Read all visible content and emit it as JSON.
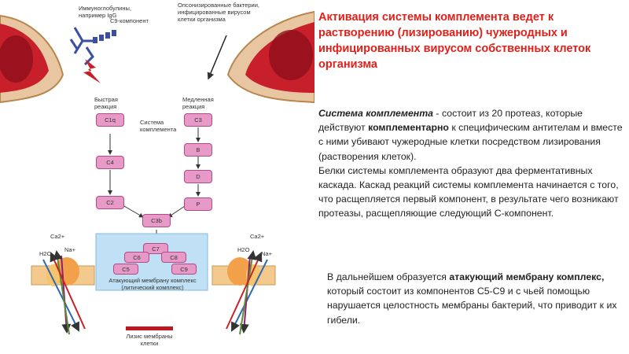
{
  "diagram": {
    "label_immunoglobulins": "Иммуноглобулины,\nнапример IgG",
    "label_opsonized": "Опсонизированные бактерии,\nинфицированные вирусом\nклетки организма",
    "label_c9": "С9-компонент",
    "label_fast": "Быстрая\nреакция",
    "label_slow": "Медленная\nреакция",
    "label_system": "Система\nкомплемента",
    "left_chain": [
      "C1q",
      "C4",
      "C2"
    ],
    "right_chain": [
      "C3",
      "B",
      "D",
      "P"
    ],
    "center_node": "C3b",
    "mac_components": [
      "C7",
      "C6",
      "C8",
      "C5",
      "C9"
    ],
    "mac_label": "Атакующий мембрану комплекс\n(литический комплекс)",
    "ions": {
      "ca": "Ca2+",
      "na": "Na+",
      "h2o": "H2O"
    },
    "lysis_label": "Лизис мембраны\nклетки"
  },
  "text": {
    "title": "Активация системы комплемента ведет к растворению (лизированию) чужеродных и инфицированных вирусом собственных клеток организма",
    "p1_term": "Система комплемента",
    "p1_a": " - состоит из 20 протеаз, которые действуют ",
    "p1_term2": "комплементарно",
    "p1_b": " к специфическим антителам и вместе с ними убивают чужеродные клетки посредством лизирования (растворения клеток).",
    "p1_c": "Белки системы комплемента образуют два ферментативных каскада. Каскад реакций системы комплемента начинается с того, что расщепляется первый компонент, в результате чего возникают протеазы, расщепляющие следующий С-компонент.",
    "p2_a": "В дальнейшем образуется ",
    "p2_term": "атакующий мембрану комплекс,",
    "p2_b": " который состоит из компонентов С5-С9 и с чьей помощью нарушается целостность мембраны бактерий, что приводит к их гибели."
  },
  "colors": {
    "title": "#e0201a",
    "box_fill": "#e79ac8",
    "mac_bg": "#bfe0f5",
    "lysis_bar": "#c0161d"
  }
}
